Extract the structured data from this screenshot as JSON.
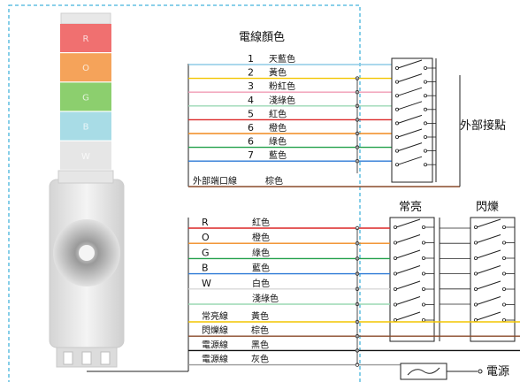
{
  "title": "電線顏色",
  "colors": {
    "dashed_border": "#45b4dc",
    "sky": "#8ecbe6",
    "yellow": "#f2c500",
    "pink": "#f09cb4",
    "light_green": "#9bd8b4",
    "red": "#dc2626",
    "orange": "#f08a1e",
    "green": "#22a04a",
    "blue": "#2e7ad6",
    "brown": "#8a4a2a",
    "white": "#d8d8d8",
    "black": "#111111",
    "gray": "#9a9a9a"
  },
  "lamp": {
    "tiers": [
      {
        "letter": "R",
        "color": "#f07070"
      },
      {
        "letter": "O",
        "color": "#f5a35a"
      },
      {
        "letter": "G",
        "color": "#8ccf6e"
      },
      {
        "letter": "B",
        "color": "#a8dce6"
      },
      {
        "letter": "W",
        "color": "#e6e6e6"
      }
    ]
  },
  "top_wires": [
    {
      "num": "1",
      "label": "天藍色",
      "color": "sky"
    },
    {
      "num": "2",
      "label": "黃色",
      "color": "yellow"
    },
    {
      "num": "3",
      "label": "粉紅色",
      "color": "pink"
    },
    {
      "num": "4",
      "label": "淺綠色",
      "color": "light_green"
    },
    {
      "num": "5",
      "label": "紅色",
      "color": "red"
    },
    {
      "num": "6",
      "label": "橙色",
      "color": "orange"
    },
    {
      "num": "6",
      "label": "綠色",
      "color": "green"
    },
    {
      "num": "7",
      "label": "藍色",
      "color": "blue"
    }
  ],
  "external_port": {
    "prefix": "外部端口線",
    "label": "棕色",
    "color": "brown"
  },
  "external_contact_label": "外部接點",
  "steady_label": "常亮",
  "flash_label": "閃爍",
  "lower_wires": [
    {
      "code": "R",
      "label": "紅色",
      "color": "red"
    },
    {
      "code": "O",
      "label": "橙色",
      "color": "orange"
    },
    {
      "code": "G",
      "label": "綠色",
      "color": "green"
    },
    {
      "code": "B",
      "label": "藍色",
      "color": "blue"
    },
    {
      "code": "W",
      "label": "白色",
      "color": "white"
    },
    {
      "code": "",
      "label": "淺綠色",
      "color": "light_green"
    }
  ],
  "control_wires": [
    {
      "prefix": "常亮線",
      "label": "黃色",
      "color": "yellow"
    },
    {
      "prefix": "閃爍線",
      "label": "棕色",
      "color": "brown"
    },
    {
      "prefix": "電源線",
      "label": "黑色",
      "color": "black"
    },
    {
      "prefix": "電源線",
      "label": "灰色",
      "color": "gray"
    }
  ],
  "power_label": "電源"
}
